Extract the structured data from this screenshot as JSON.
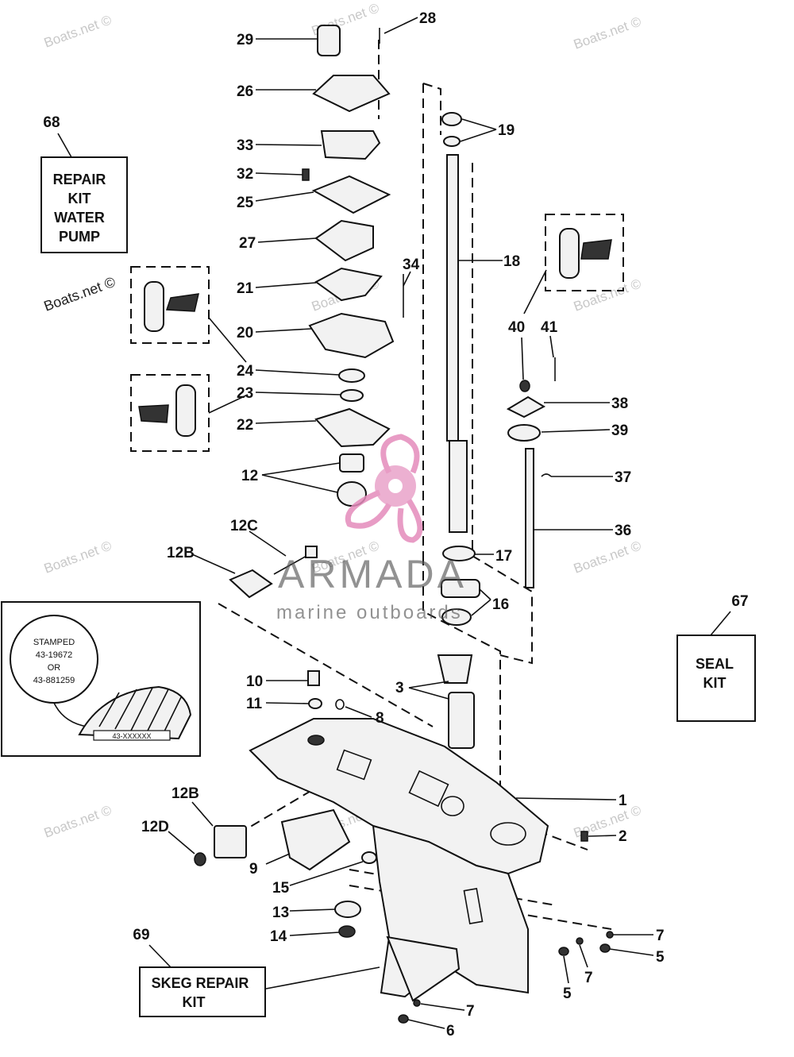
{
  "watermarks": {
    "site": "Boats.net ©",
    "brand_name": "ARMADA",
    "brand_tagline": "marine outboards"
  },
  "kits": {
    "water_pump": {
      "ref": "68",
      "lines": [
        "REPAIR",
        "KIT",
        "WATER",
        "PUMP"
      ]
    },
    "seal": {
      "ref": "67",
      "lines": [
        "SEAL",
        "KIT"
      ]
    },
    "skeg": {
      "ref": "69",
      "lines": [
        "SKEG REPAIR",
        "KIT"
      ]
    }
  },
  "gear_inset": {
    "lines": [
      "STAMPED",
      "43-19672",
      "OR",
      "43-881259"
    ],
    "gear_code": "43-XXXXXX"
  },
  "callouts": {
    "c29": "29",
    "c28": "28",
    "c26": "26",
    "c19": "19",
    "c33": "33",
    "c32": "32",
    "c25": "25",
    "c27": "27",
    "c18": "18",
    "c34": "34",
    "c21": "21",
    "c40": "40",
    "c41": "41",
    "c20": "20",
    "c24": "24",
    "c23": "23",
    "c38": "38",
    "c22": "22",
    "c39": "39",
    "c12": "12",
    "c37": "37",
    "c36": "36",
    "c12c": "12C",
    "c12b_top": "12B",
    "c17": "17",
    "c16": "16",
    "c10": "10",
    "c3": "3",
    "c11": "11",
    "c8": "8",
    "c1": "1",
    "c12b_bot": "12B",
    "c12d": "12D",
    "c2": "2",
    "c9": "9",
    "c15": "15",
    "c13": "13",
    "c14": "14",
    "c7a": "7",
    "c5a": "5",
    "c7b": "7",
    "c5b": "5",
    "c7c": "7",
    "c6": "6"
  }
}
